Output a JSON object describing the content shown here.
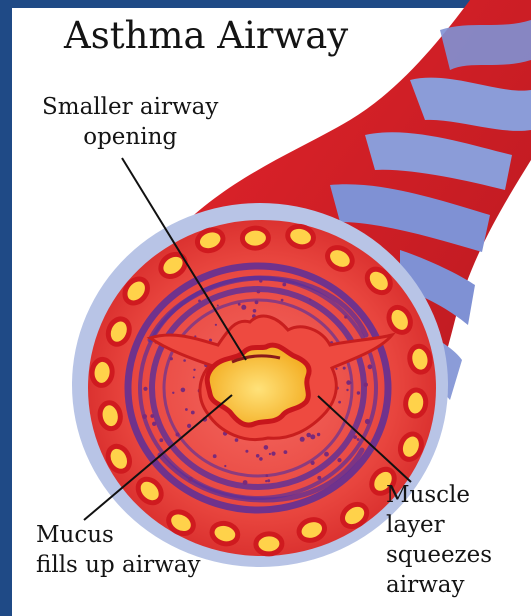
{
  "title": "Asthma Airway",
  "labels": {
    "opening": [
      "Smaller airway",
      "opening"
    ],
    "mucus": [
      "Mucus",
      "fills up airway"
    ],
    "muscle": [
      "Muscle",
      "layer",
      "squeezes",
      "airway"
    ]
  },
  "colors": {
    "frame": "#1f4a86",
    "tissue": "#e02a2a",
    "tissue_light": "#f25b58",
    "membrane": "#b8c4e6",
    "muscle": "#5a2f9a",
    "mucus": "#f7c233",
    "cartilage": "#7f91d4"
  }
}
